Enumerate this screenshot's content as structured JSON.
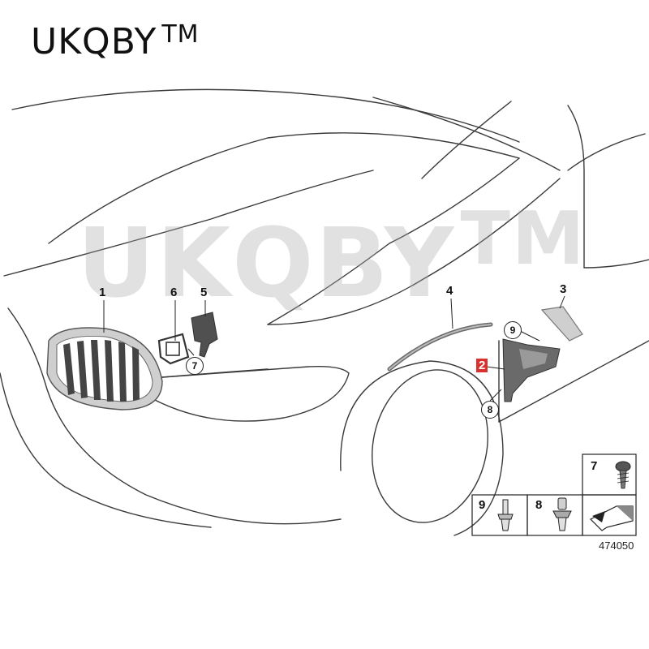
{
  "brand": {
    "name": "UKQBY",
    "tm": "TM"
  },
  "watermark": {
    "text": "UKQBY",
    "tm": "TM"
  },
  "callouts": {
    "p1": "1",
    "p2": "2",
    "p3": "3",
    "p4": "4",
    "p5": "5",
    "p6": "6",
    "p7": "7",
    "p8": "8",
    "p9": "9"
  },
  "legend": {
    "box7": "7",
    "box8": "8",
    "box9": "9"
  },
  "reference": "474050",
  "colors": {
    "highlight": "#d9322e",
    "line": "#222222",
    "part_fill": "#555555"
  }
}
